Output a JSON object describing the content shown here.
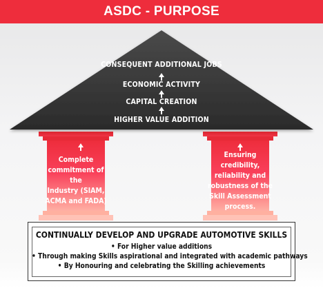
{
  "header": {
    "title": "ASDC - PURPOSE"
  },
  "roof": {
    "levels": [
      "CONSEQUENT ADDITIONAL JOBS",
      "ECONOMIC ACTIVITY",
      "CAPITAL CREATION",
      "HIGHER VALUE ADDITION"
    ]
  },
  "pillars": {
    "left": {
      "lines": [
        "Complete",
        "commitment of the",
        "Industry (SIAM,",
        "ACMA and FADA)"
      ]
    },
    "right": {
      "lines": [
        "Ensuring credibility,",
        "reliability and",
        "robustness of the",
        "Skill Assessment",
        "process."
      ]
    }
  },
  "base": {
    "title": "CONTINUALLY DEVELOP AND UPGRADE AUTOMOTIVE SKILLS",
    "bullets": [
      "• For Higher value additions",
      "• Through making Skills aspirational and integrated with academic pathways",
      "• By Honouring and celebrating the Skilling achievements"
    ]
  },
  "colors": {
    "header": "#ee2d3c",
    "roof": "#3a3a3a",
    "pillar_top": "#ee2d3c",
    "pillar_bottom": "#ffb7a8"
  }
}
